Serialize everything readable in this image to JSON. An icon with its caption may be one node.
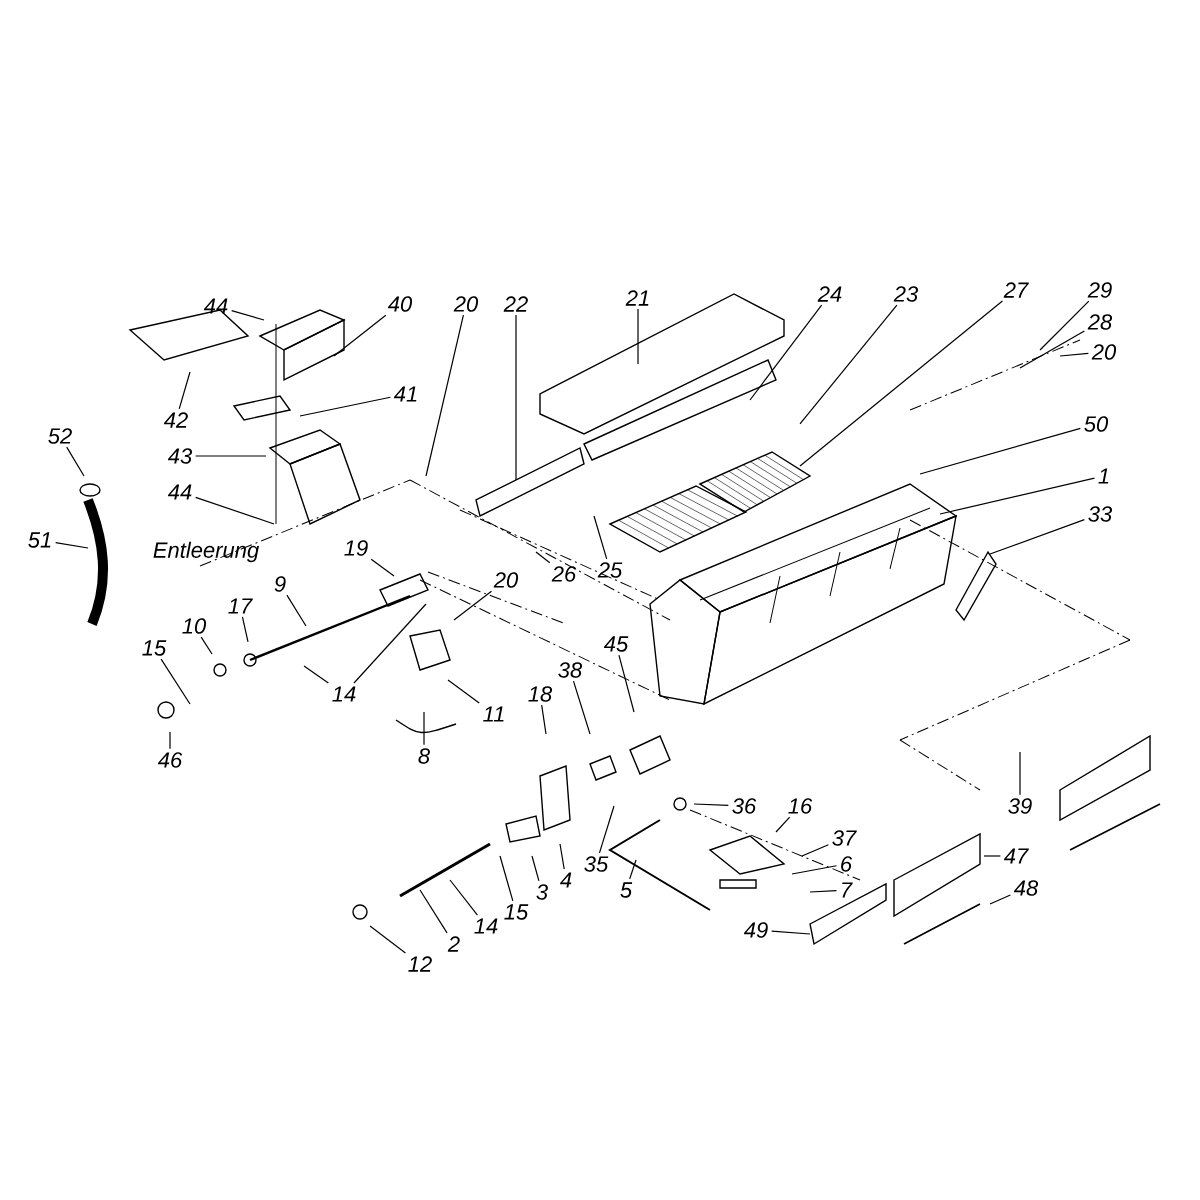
{
  "diagram": {
    "nodes": [
      {
        "text": [
          "44"
        ]
      },
      {
        "text": [
          "40"
        ]
      },
      {
        "text": [
          "20"
        ]
      },
      {
        "text": [
          "22"
        ]
      },
      {
        "text": [
          "21"
        ]
      },
      {
        "text": [
          "24"
        ]
      },
      {
        "text": [
          "23"
        ]
      },
      {
        "text": [
          "27"
        ]
      },
      {
        "text": [
          "29"
        ]
      },
      {
        "text": [
          "28"
        ]
      },
      {
        "text": [
          "20"
        ]
      },
      {
        "text": [
          "41"
        ]
      },
      {
        "text": [
          "42"
        ]
      },
      {
        "text": [
          "43"
        ]
      },
      {
        "text": [
          "50"
        ]
      },
      {
        "text": [
          "52"
        ]
      },
      {
        "text": [
          "44"
        ]
      },
      {
        "text": [
          "1"
        ]
      },
      {
        "text": [
          "33"
        ]
      },
      {
        "text": [
          "51"
        ]
      },
      {
        "text": [
          "19"
        ]
      },
      {
        "text": [
          "26"
        ]
      },
      {
        "text": [
          "25"
        ]
      },
      {
        "text": [
          "20"
        ]
      },
      {
        "text": [
          "9"
        ]
      },
      {
        "text": [
          "17"
        ]
      },
      {
        "text": [
          "10"
        ]
      },
      {
        "text": [
          "15"
        ]
      },
      {
        "text": [
          "45"
        ]
      },
      {
        "text": [
          "38"
        ]
      },
      {
        "text": [
          "14"
        ]
      },
      {
        "text": [
          "18"
        ]
      },
      {
        "text": [
          "11"
        ]
      },
      {
        "text": [
          "8"
        ]
      },
      {
        "text": [
          "46"
        ]
      },
      {
        "text": [
          "36"
        ]
      },
      {
        "text": [
          "16"
        ]
      },
      {
        "text": [
          "39"
        ]
      },
      {
        "text": [
          "37"
        ]
      },
      {
        "text": [
          "35"
        ]
      },
      {
        "text": [
          "4"
        ]
      },
      {
        "text": [
          "6"
        ]
      },
      {
        "text": [
          "47"
        ]
      },
      {
        "text": [
          "3"
        ]
      },
      {
        "text": [
          "5"
        ]
      },
      {
        "text": [
          "7"
        ]
      },
      {
        "text": [
          "48"
        ]
      },
      {
        "text": [
          "15"
        ]
      },
      {
        "text": [
          "14"
        ]
      },
      {
        "text": [
          "49"
        ]
      },
      {
        "text": [
          "2"
        ]
      },
      {
        "text": [
          "12"
        ]
      }
    ],
    "edges": [
      {
        "from": 0,
        "to": null,
        "arrow": "none"
      },
      {
        "from": 1,
        "to": null,
        "arrow": "none"
      },
      {
        "from": 2,
        "to": null,
        "arrow": "none"
      },
      {
        "from": 3,
        "to": null,
        "arrow": "none"
      },
      {
        "from": 4,
        "to": null,
        "arrow": "none"
      },
      {
        "from": 5,
        "to": null,
        "arrow": "none"
      },
      {
        "from": 6,
        "to": null,
        "arrow": "none"
      },
      {
        "from": 7,
        "to": null,
        "arrow": "none"
      },
      {
        "from": 8,
        "to": null,
        "arrow": "none"
      },
      {
        "from": 9,
        "to": null,
        "arrow": "none"
      },
      {
        "from": 10,
        "to": null,
        "arrow": "none"
      },
      {
        "from": 11,
        "to": null,
        "arrow": "none"
      },
      {
        "from": 12,
        "to": null,
        "arrow": "none"
      },
      {
        "from": 13,
        "to": null,
        "arrow": "none"
      },
      {
        "from": 14,
        "to": null,
        "arrow": "none"
      },
      {
        "from": 15,
        "to": null,
        "arrow": "none"
      },
      {
        "from": 16,
        "to": null,
        "arrow": "none"
      },
      {
        "from": 17,
        "to": null,
        "arrow": "none"
      },
      {
        "from": 18,
        "to": null,
        "arrow": "none"
      },
      {
        "from": 19,
        "to": null,
        "arrow": "none"
      },
      {
        "from": 20,
        "to": null,
        "arrow": "none"
      },
      {
        "from": 21,
        "to": null,
        "arrow": "none"
      },
      {
        "from": 22,
        "to": null,
        "arrow": "none"
      },
      {
        "from": 23,
        "to": null,
        "arrow": "none"
      },
      {
        "from": 24,
        "to": null,
        "arrow": "none"
      },
      {
        "from": 25,
        "to": null,
        "arrow": "none"
      },
      {
        "from": 26,
        "to": null,
        "arrow": "none"
      },
      {
        "from": 27,
        "to": null,
        "arrow": "none"
      },
      {
        "from": 28,
        "to": null,
        "arrow": "none"
      },
      {
        "from": 29,
        "to": null,
        "arrow": "none"
      },
      {
        "from": 30,
        "to": null,
        "arrow": "none"
      },
      {
        "from": 30,
        "to": null,
        "arrow": "none"
      },
      {
        "from": 31,
        "to": null,
        "arrow": "none"
      },
      {
        "from": 32,
        "to": null,
        "arrow": "none"
      },
      {
        "from": 33,
        "to": null,
        "arrow": "none"
      },
      {
        "from": 34,
        "to": null,
        "arrow": "none"
      },
      {
        "from": 35,
        "to": null,
        "arrow": "none"
      },
      {
        "from": 36,
        "to": null,
        "arrow": "none"
      },
      {
        "from": 37,
        "to": null,
        "arrow": "none"
      },
      {
        "from": 38,
        "to": null,
        "arrow": "none"
      },
      {
        "from": 39,
        "to": null,
        "arrow": "none"
      },
      {
        "from": 40,
        "to": null,
        "arrow": "none"
      },
      {
        "from": 41,
        "to": null,
        "arrow": "none"
      },
      {
        "from": 42,
        "to": null,
        "arrow": "none"
      },
      {
        "from": 43,
        "to": null,
        "arrow": "none"
      },
      {
        "from": 44,
        "to": null,
        "arrow": "none"
      },
      {
        "from": 45,
        "to": null,
        "arrow": "none"
      },
      {
        "from": 46,
        "to": null,
        "arrow": "none"
      },
      {
        "from": 47,
        "to": null,
        "arrow": "none"
      },
      {
        "from": 48,
        "to": null,
        "arrow": "none"
      },
      {
        "from": 49,
        "to": null,
        "arrow": "none"
      },
      {
        "from": 50,
        "to": null,
        "arrow": "none"
      },
      {
        "from": 51,
        "to": null,
        "arrow": "none"
      }
    ],
    "labels": [
      "Entleerung"
    ]
  }
}
